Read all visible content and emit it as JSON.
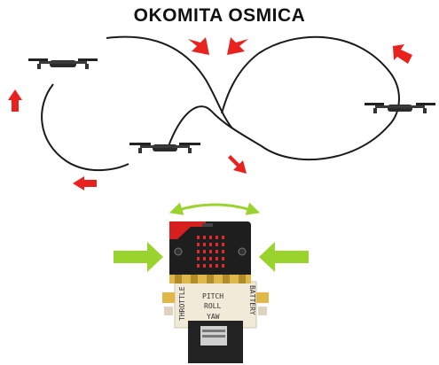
{
  "title": "OKOMITA OSMICA",
  "colors": {
    "arrow_red": "#e8231f",
    "arrow_green": "#9bd32e",
    "path": "#1a1a1a",
    "board": "#1e1e1e",
    "board_accent": "#d61f1f",
    "led": "#e02a2a",
    "connector": "#e0b84a",
    "controller_body": "#f2ead9"
  },
  "icons": [
    "drone-icon",
    "red-arrow-icon",
    "green-arrow-icon",
    "double-headed-arrow-icon",
    "microbit-board-icon",
    "controller-icon"
  ],
  "controller": {
    "labels": {
      "pitch": "PITCH",
      "roll": "ROLL",
      "yaw": "YAW",
      "throttle": "THROTTLE",
      "battery": "BATTERY"
    }
  }
}
